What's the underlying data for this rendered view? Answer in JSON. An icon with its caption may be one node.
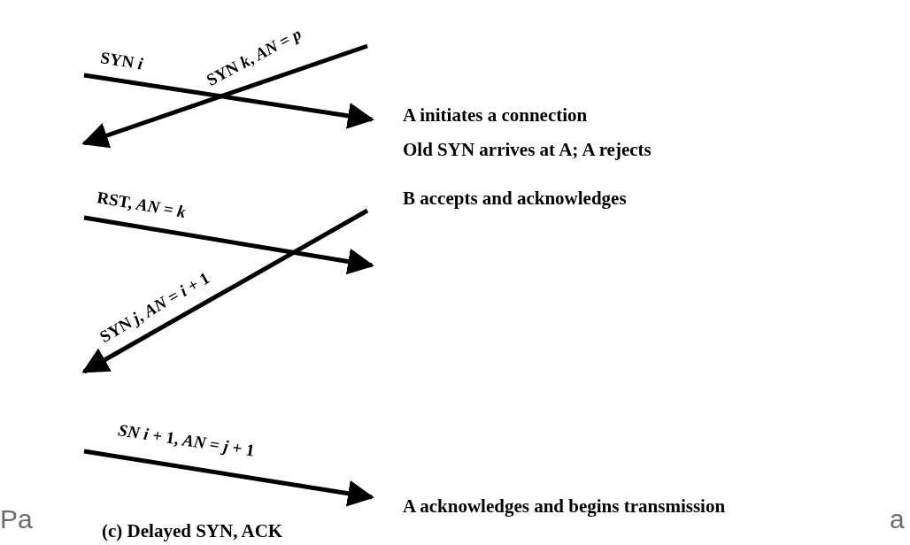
{
  "diagram": {
    "caption": "(c) Delayed SYN, ACK",
    "labels": [
      "SYN *i*",
      "SYN *k*, *AN* = *p*",
      "A initiates a connection",
      "Old SYN arrives at A; A rejects",
      "RST, *AN* = *k*",
      "B accepts and acknowledges",
      "SYN *j*, *AN* = *i* + 1",
      "*SN i* + 1, *AN* = *j* + 1",
      "A acknowledges and begins transmission",
      "Pa",
      "a"
    ]
  }
}
